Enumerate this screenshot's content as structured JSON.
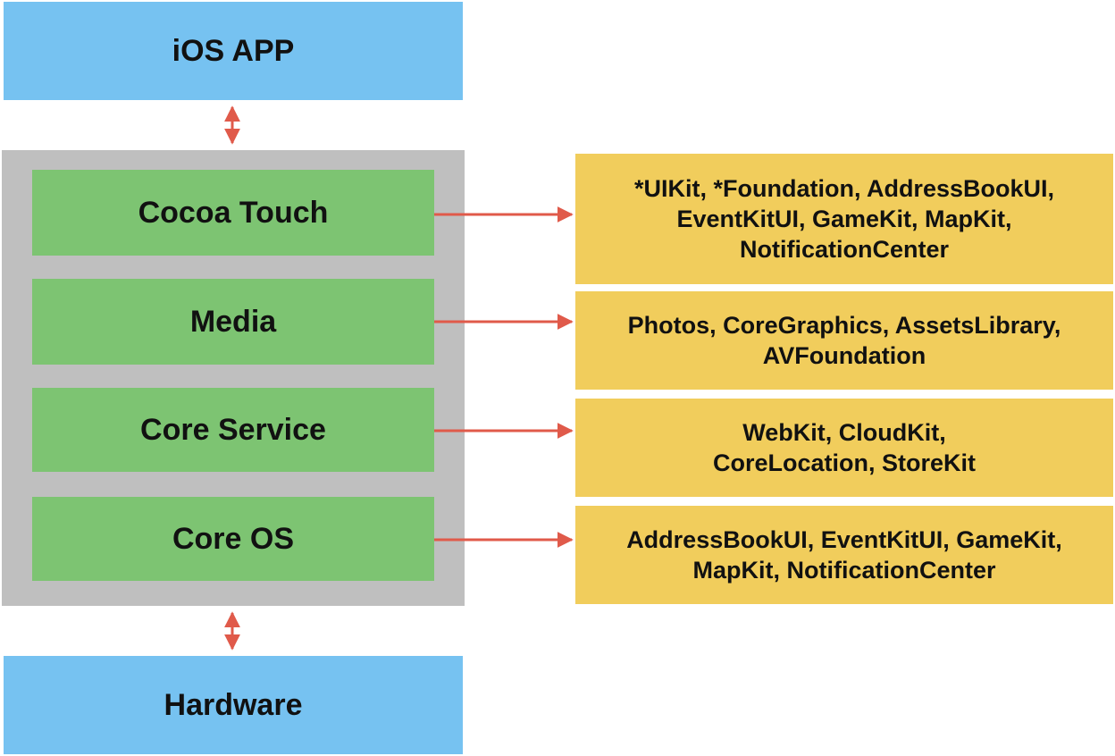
{
  "app": {
    "label": "iOS APP",
    "color": "#76c2f1"
  },
  "hardware": {
    "label": "Hardware",
    "color": "#76c2f1"
  },
  "layers": [
    {
      "label": "Cocoa Touch",
      "frameworks": "*UIKit, *Foundation, AddressBookUI,\nEventKitUI, GameKit, MapKit,\nNotificationCenter"
    },
    {
      "label": "Media",
      "frameworks": "Photos, CoreGraphics, AssetsLibrary,\nAVFoundation"
    },
    {
      "label": "Core Service",
      "frameworks": "WebKit, CloudKit,\nCoreLocation, StoreKit"
    },
    {
      "label": "Core OS",
      "frameworks": "AddressBookUI, EventKitUI, GameKit,\nMapKit, NotificationCenter"
    }
  ],
  "colors": {
    "stack_background": "#bfbfbf",
    "layer": "#7dc472",
    "framework_box": "#f1cd5c",
    "arrow": "#e05a4a"
  }
}
